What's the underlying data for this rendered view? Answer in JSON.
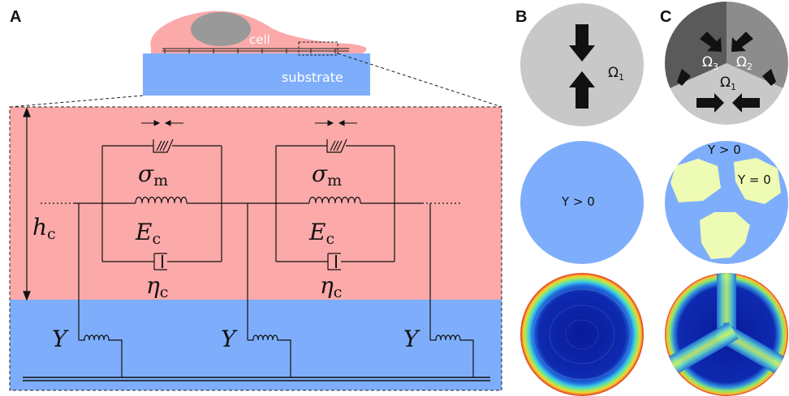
{
  "panels": {
    "a": "A",
    "b": "B",
    "c": "C"
  },
  "panel_a": {
    "cell_label": "cell",
    "substrate_label": "substrate",
    "height": {
      "sym": "h",
      "sub": "c"
    },
    "sigma": {
      "sym": "σ",
      "sub": "m"
    },
    "elastic": {
      "sym": "E",
      "sub": "c"
    },
    "viscous": {
      "sym": "η",
      "sub": "c"
    },
    "spring": "Y"
  },
  "panel_b": {
    "region_label": {
      "sym": "Ω",
      "sub": "1"
    },
    "condition": "Y > 0"
  },
  "panel_c": {
    "regions": [
      {
        "sym": "Ω",
        "sub": "3"
      },
      {
        "sym": "Ω",
        "sub": "2"
      },
      {
        "sym": "Ω",
        "sub": "1"
      }
    ],
    "cond_pos": "Y > 0",
    "cond_zero": "Y = 0"
  },
  "colors": {
    "cell": "#fba9a9",
    "substrate": "#7eaefb",
    "light_green": "#eefbb4",
    "gray_light": "#c8c8c8",
    "gray_mid": "#8c8c8c",
    "gray_dark": "#5a5a5a"
  }
}
